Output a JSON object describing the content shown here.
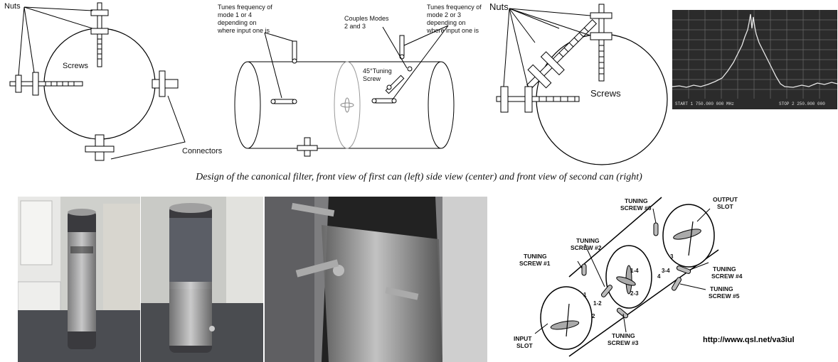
{
  "left_diagram": {
    "nuts_label": "Nuts",
    "screws_label": "Screws",
    "connectors_label": "Connectors"
  },
  "center_diagram": {
    "note_mode14": [
      "Tunes frequency of",
      "mode 1 or 4",
      "depending on",
      "where input one is"
    ],
    "note_couples": [
      "Couples Modes",
      "2 and 3"
    ],
    "note_mode23": [
      "Tunes frequency of",
      "mode 2 or 3",
      "depending on",
      "where input one is"
    ],
    "tuning_screw": [
      "45°Tuning",
      "Screw"
    ]
  },
  "right_diagram": {
    "nuts_label": "Nuts",
    "screws_label": "Screws"
  },
  "scope": {
    "start_text": "START 1 750.000 000 MHz",
    "stop_text": "STOP 2 250.000 000"
  },
  "caption": "Design of the canonical filter, front view of first can (left) side view (center) and front view of second can (right)",
  "bottom_diagram": {
    "screw6": [
      "TUNING",
      "SCREW #6"
    ],
    "screw2": [
      "TUNING",
      "SCREW #2"
    ],
    "screw1": [
      "TUNING",
      "SCREW #1"
    ],
    "screw3": [
      "TUNING",
      "SCREW #3"
    ],
    "screw4": [
      "TUNING",
      "SCREW #4"
    ],
    "screw5": [
      "TUNING",
      "SCREW #5"
    ],
    "output_slot": [
      "OUTPUT",
      "SLOT"
    ],
    "input_slot": [
      "INPUT",
      "SLOT"
    ],
    "mode_labels": [
      "1-4",
      "2-3",
      "3-4",
      "1-2",
      "1",
      "2",
      "3",
      "4"
    ]
  },
  "url": "http://www.qsl.net/va3iul",
  "colors": {
    "scope_bg": "#2b2b2b",
    "scope_trace": "#e8e8e8",
    "can_silver": "#b8b8b8"
  }
}
